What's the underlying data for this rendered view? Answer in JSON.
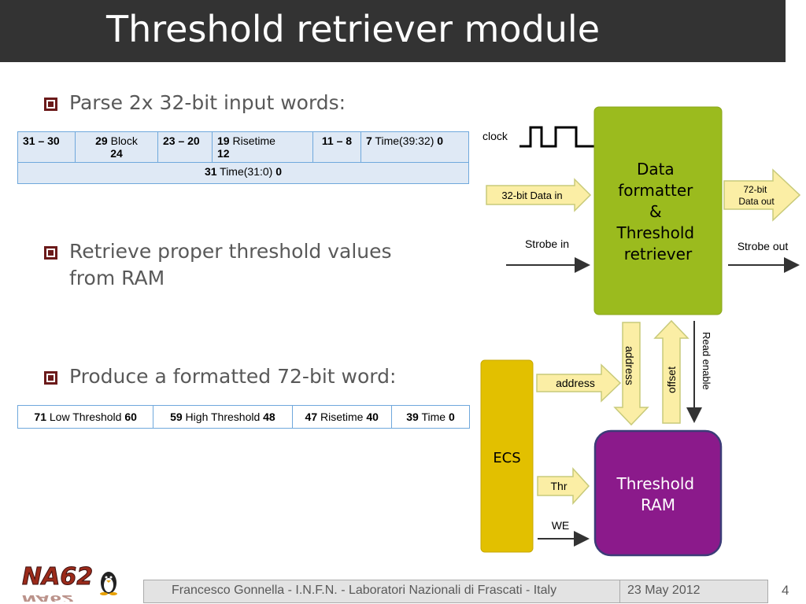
{
  "slide": {
    "title": "Threshold retriever module",
    "page_number": "4"
  },
  "bullets": [
    {
      "text": "Parse 2x 32-bit input words:"
    },
    {
      "text_line1": "Retrieve proper threshold values",
      "text_line2": "from RAM"
    },
    {
      "text": "Produce a formatted 72-bit word:"
    }
  ],
  "input_table": {
    "row1": [
      {
        "bold": "31 – 30",
        "text": "",
        "bold2": ""
      },
      {
        "bold": "29",
        "text": " Block",
        "bold2": "24"
      },
      {
        "bold": "23 – 20",
        "text": "",
        "bold2": ""
      },
      {
        "bold": "19",
        "text": " Risetime",
        "bold2": "12"
      },
      {
        "bold": "11 – 8",
        "text": "",
        "bold2": ""
      },
      {
        "bold": "7",
        "text": " Time(39:32) ",
        "bold2": "0"
      }
    ],
    "row2": {
      "bold": "31",
      "text": " Time(31:0) ",
      "bold2": "0"
    }
  },
  "output_table": [
    {
      "bold": "71",
      "text": " Low Threshold ",
      "bold2": "60"
    },
    {
      "bold": "59",
      "text": " High Threshold ",
      "bold2": "48"
    },
    {
      "bold": "47",
      "text": " Risetime ",
      "bold2": "40"
    },
    {
      "bold": "39",
      "text": " Time ",
      "bold2": "0"
    }
  ],
  "diagram": {
    "clock_label": "clock",
    "data_in_label": "32-bit Data in",
    "strobe_in_label": "Strobe in",
    "formatter_lines": [
      "Data",
      "formatter",
      "&",
      "Threshold",
      "retriever"
    ],
    "data_out_line1": "72-bit",
    "data_out_line2": "Data out",
    "strobe_out_label": "Strobe out",
    "address_vertical_label": "address",
    "offset_label": "offset",
    "read_enable_label": "Read enable",
    "ecs_label": "ECS",
    "address_arrow_label": "address",
    "thr_label": "Thr",
    "we_label": "WE",
    "ram_line1": "Threshold",
    "ram_line2": "RAM",
    "colors": {
      "formatter": "#9bbb1e",
      "ecs": "#e2c000",
      "ram": "#8b1a8b",
      "arrow_fill": "#fbeea5",
      "arrow_stroke": "#c8ca7a"
    }
  },
  "footer": {
    "author": "Francesco Gonnella - I.N.F.N. - Laboratori Nazionali di Frascati - Italy",
    "date": "23 May 2012"
  },
  "logo": {
    "text": "NA62",
    "icon": "penguin-icon"
  }
}
